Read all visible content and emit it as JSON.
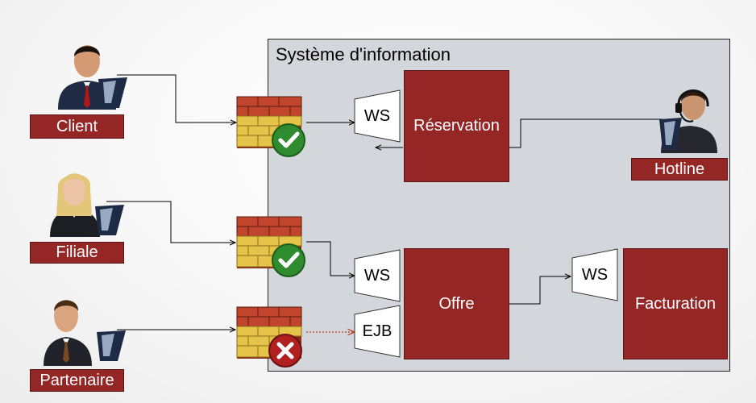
{
  "system": {
    "title": "Système d'information"
  },
  "actors": {
    "client": "Client",
    "filiale": "Filiale",
    "partenaire": "Partenaire",
    "hotline": "Hotline"
  },
  "components": {
    "reservation": "Réservation",
    "offre": "Offre",
    "facturation": "Facturation"
  },
  "interfaces": {
    "ws_reservation": "WS",
    "ws_offre": "WS",
    "ejb_offre": "EJB",
    "ws_facturation": "WS"
  },
  "colors": {
    "component_fill": "#952626",
    "system_fill": "#d3d6db",
    "allowed_badge": "#2e8b2e",
    "denied_badge": "#b02020",
    "denied_link": "#c0392b"
  }
}
